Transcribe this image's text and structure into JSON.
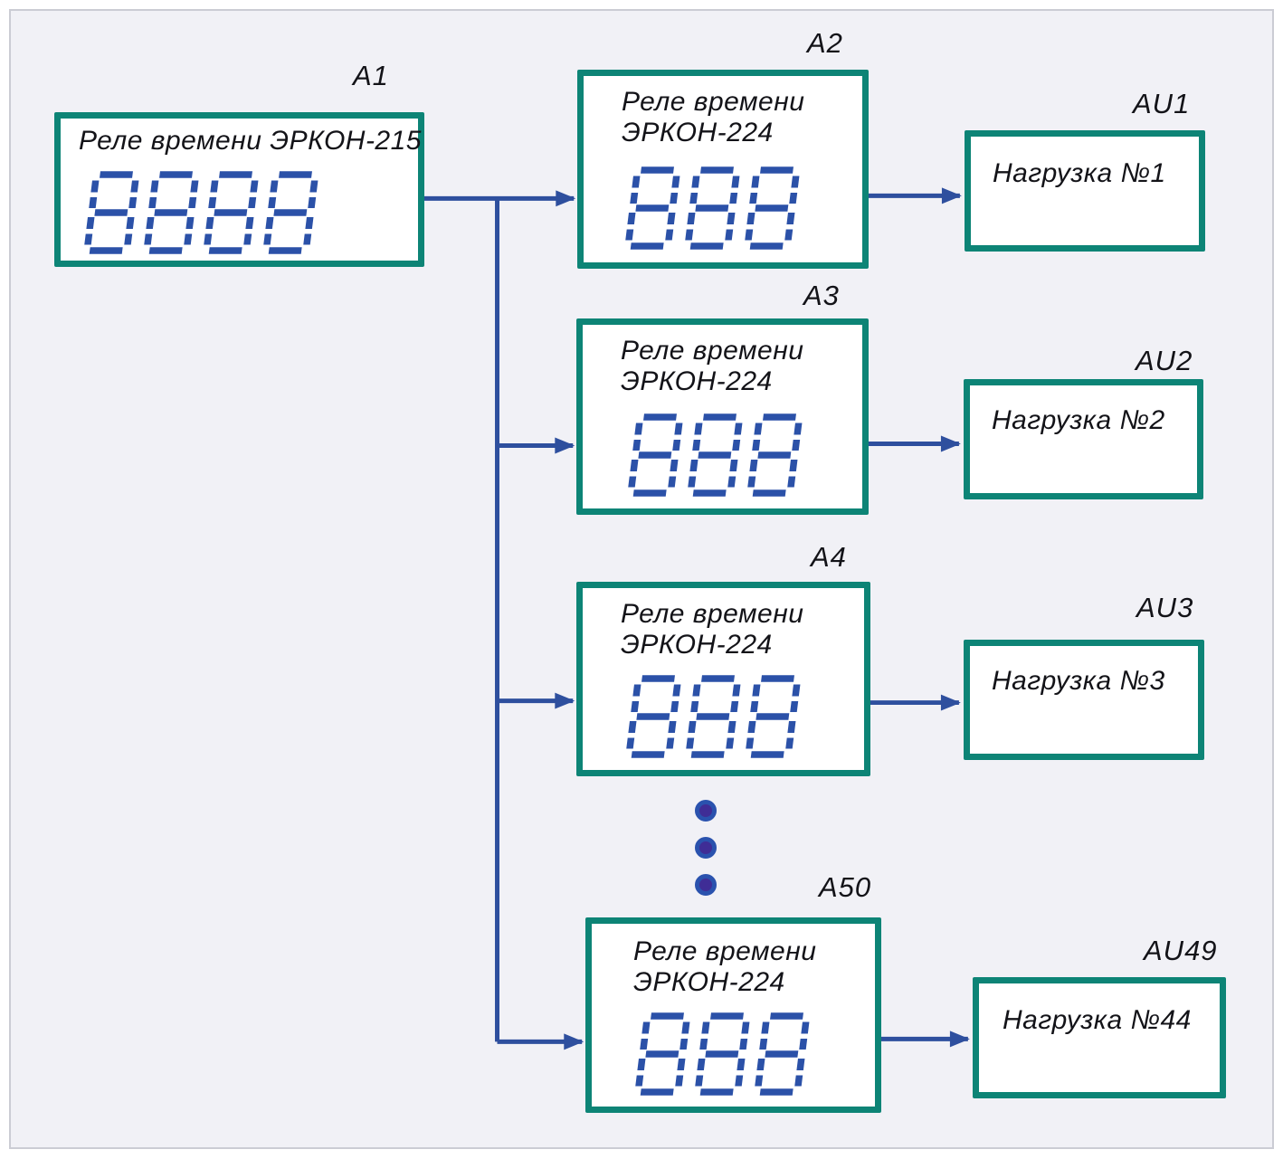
{
  "colors": {
    "box_border": "#0d8476",
    "wire": "#2e4f9e",
    "digit": "#2b51a8",
    "dot_core": "#3f2d96",
    "dot_ring": "#2a52ae",
    "canvas_bg": "#f1f1f6",
    "frame": "#cbccd4",
    "box_bg": "#ffffff",
    "text": "#131318"
  },
  "nodes": {
    "a1": {
      "ref": "A1",
      "title": "Реле времени ЭРКОН-215",
      "display": "8888"
    },
    "a2": {
      "ref": "A2",
      "title_line1": "Реле времени",
      "title_line2": "ЭРКОН-224",
      "display": "888"
    },
    "a3": {
      "ref": "A3",
      "title_line1": "Реле времени",
      "title_line2": "ЭРКОН-224",
      "display": "888"
    },
    "a4": {
      "ref": "A4",
      "title_line1": "Реле времени",
      "title_line2": "ЭРКОН-224",
      "display": "888"
    },
    "a50": {
      "ref": "A50",
      "title_line1": "Реле времени",
      "title_line2": "ЭРКОН-224",
      "display": "888"
    },
    "au1": {
      "ref": "AU1",
      "label": "Нагрузка №1"
    },
    "au2": {
      "ref": "AU2",
      "label": "Нагрузка №2"
    },
    "au3": {
      "ref": "AU3",
      "label": "Нагрузка №3"
    },
    "au49": {
      "ref": "AU49",
      "label": "Нагрузка №44"
    }
  }
}
